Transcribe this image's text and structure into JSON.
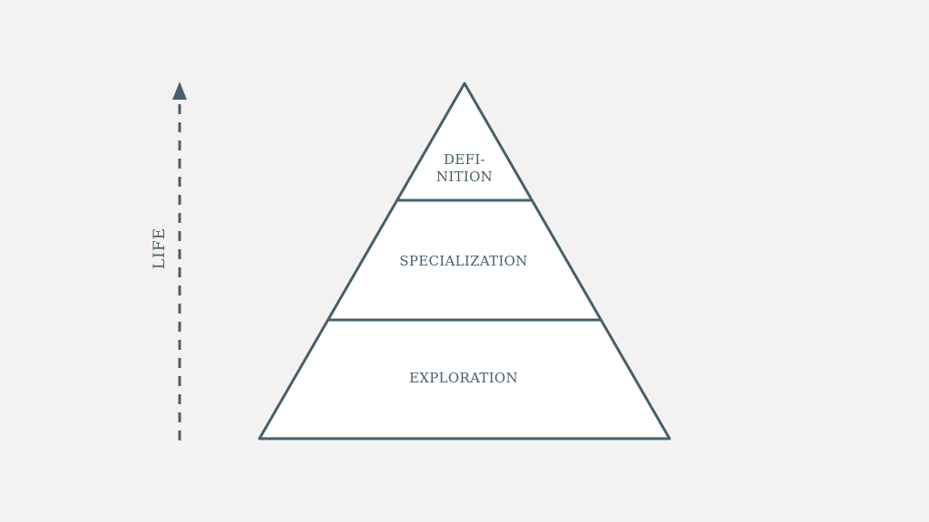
{
  "colors": {
    "background": "#f4f2f0",
    "stroke": "#475f6b",
    "fill": "#ffffff",
    "text": "#4a5e6a"
  },
  "axis": {
    "label": "LIFE",
    "direction": "up",
    "style": "dashed-arrow"
  },
  "pyramid": {
    "tiers": [
      {
        "label_line1": "DEFI-",
        "label_line2": "NITION"
      },
      {
        "label": "SPECIALIZATION"
      },
      {
        "label": "EXPLORATION"
      }
    ]
  }
}
